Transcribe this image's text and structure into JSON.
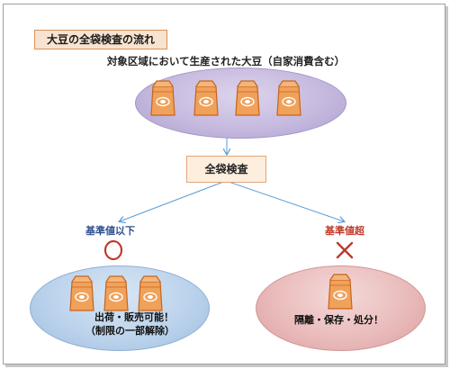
{
  "title": "大豆の全袋検査の流れ",
  "source_label": "対象区域において生産された大豆（自家消費含む）",
  "process_label": "全袋検査",
  "branches": {
    "pass": {
      "label": "基準値以下",
      "mark": "circle",
      "color": "#c0392b",
      "label_color": "#2f4f8f",
      "text_line1": "出荷・販売可能！",
      "text_line2": "（制限の一部解除）"
    },
    "fail": {
      "label": "基準値超",
      "mark": "cross",
      "color": "#c0392b",
      "text": "隔離・保存・処分！"
    }
  },
  "icons": {
    "bag": "soybean-bag-icon"
  },
  "colors": {
    "bag_fill": "#f0a15a",
    "bag_outline": "#c6651c",
    "arrow": "#5b9bd5"
  }
}
